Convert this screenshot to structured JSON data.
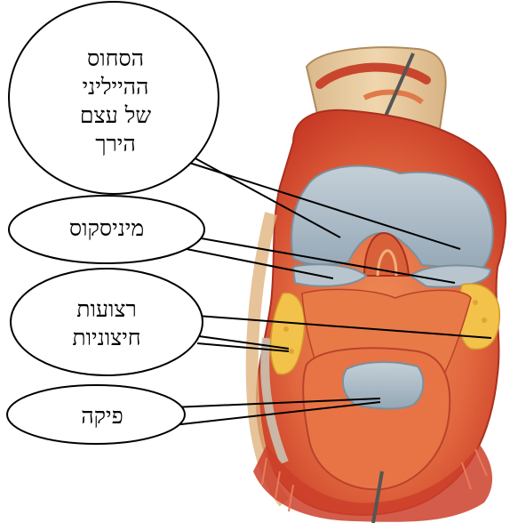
{
  "diagram": {
    "labels": {
      "cartilage": [
        "הסחוס",
        "ההייליני",
        "של עצם",
        "הירך"
      ],
      "meniscus": "מיניסקוס",
      "ligaments": [
        "רצועות",
        "חיצוניות"
      ],
      "patella": "פיקה"
    }
  },
  "colors": {
    "tissue_red": "#d2442c",
    "tissue_orange": "#ec8a52",
    "cartilage_blue": "#a9b8c4",
    "fat_yellow": "#f2c24a",
    "bone_tan": "#e8c89a",
    "outline": "#000000"
  },
  "icons": [
    "knee-joint-illustration"
  ]
}
